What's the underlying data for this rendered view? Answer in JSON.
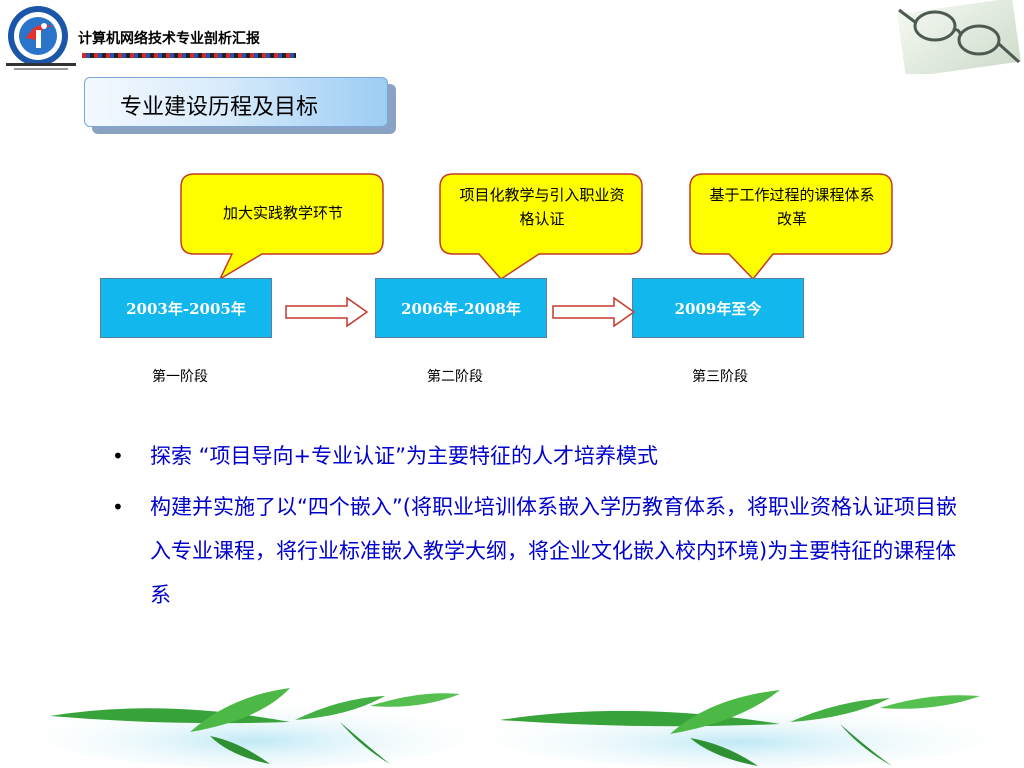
{
  "header": {
    "title": "计算机网络技术专业剖析汇报"
  },
  "section": {
    "title": "专业建设历程及目标"
  },
  "callouts": [
    {
      "text": "加大实践教学环节"
    },
    {
      "text": "项目化教学与引入职业资格认证"
    },
    {
      "text": "基于工作过程的课程体系改革"
    }
  ],
  "timeline": [
    {
      "period": "2003年-2005年",
      "stage": "第一阶段"
    },
    {
      "period": "2006年-2008年",
      "stage": "第二阶段"
    },
    {
      "period": "2009年至今",
      "stage": "第三阶段"
    }
  ],
  "bullets": [
    {
      "text": "探索 “项目导向+专业认证”为主要特征的人才培养模式"
    },
    {
      "text": "构建并实施了以“四个嵌入”(将职业培训体系嵌入学历教育体系，将职业资格认证项目嵌入专业课程，将行业标准嵌入教学大纲，将企业文化嵌入校内环境)为主要特征的课程体系"
    }
  ],
  "colors": {
    "callout_fill": "#ffff00",
    "callout_border": "#c33a2a",
    "year_box": "#12b7ee",
    "bullet_text": "#0000cc"
  },
  "icons": {
    "logo": "school-logo-icon",
    "glasses": "eyeglasses-icon",
    "arrow": "right-arrow-icon",
    "leaves": "bamboo-leaves-icon"
  }
}
